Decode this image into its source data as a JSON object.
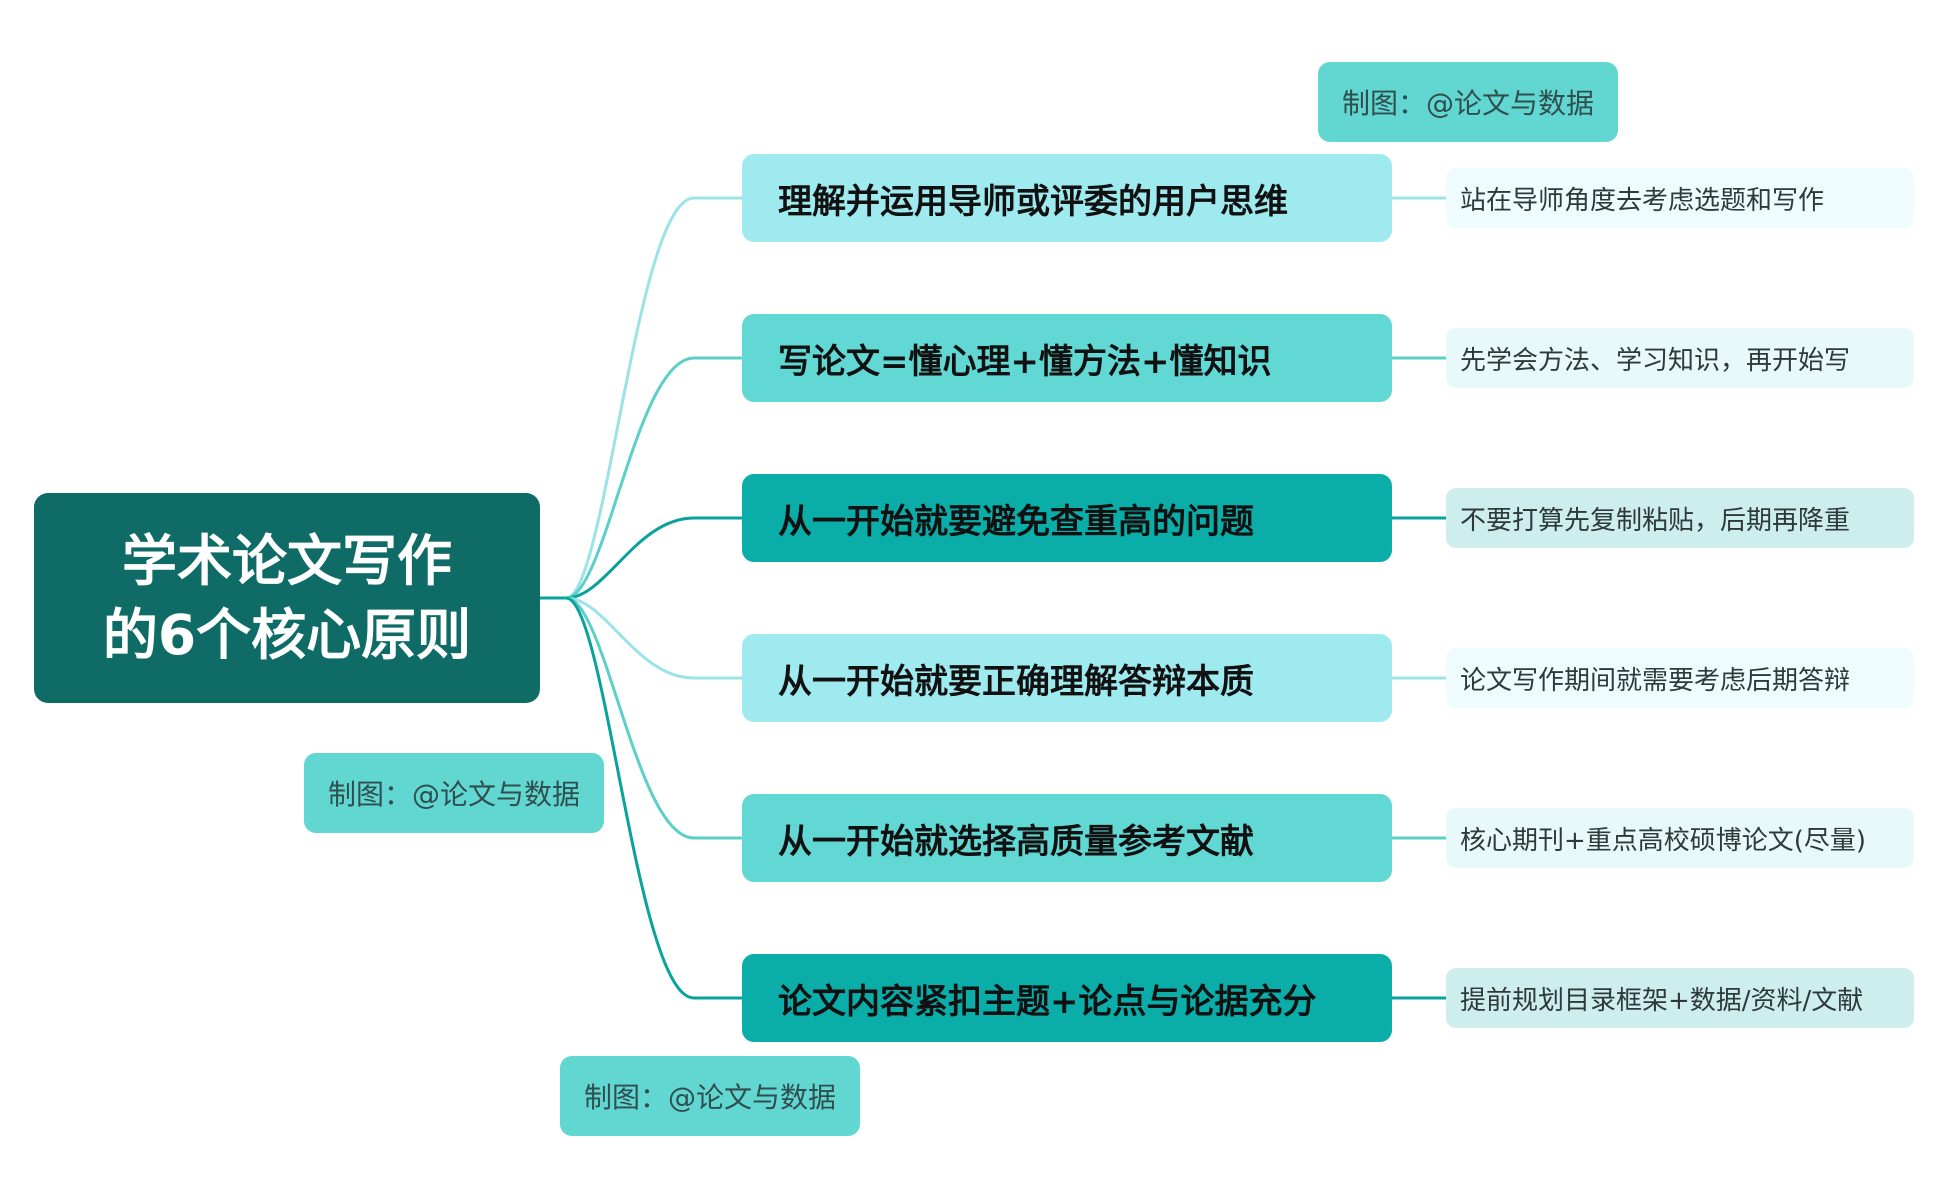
{
  "root": {
    "line1": "学术论文写作",
    "line2": "的6个核心原则"
  },
  "branches": [
    {
      "label": "理解并运用导师或评委的用户思维",
      "note": "站在导师角度去考虑选题和写作",
      "color": "#9feaef",
      "note_bg": "#eefcfd",
      "link": "#9be3e8"
    },
    {
      "label": "写论文=懂心理+懂方法+懂知识",
      "note": "先学会方法、学习知识，再开始写",
      "color": "#62d8d4",
      "note_bg": "#e7faf9",
      "link": "#5ccfc9"
    },
    {
      "label": "从一开始就要避免查重高的问题",
      "note": "不要打算先复制粘贴，后期再降重",
      "color": "#0aada8",
      "note_bg": "#cdeeed",
      "link": "#0aa29d"
    },
    {
      "label": "从一开始就要正确理解答辩本质",
      "note": "论文写作期间就需要考虑后期答辩",
      "color": "#9feaef",
      "note_bg": "#eefcfd",
      "link": "#9be3e8"
    },
    {
      "label": "从一开始就选择高质量参考文献",
      "note": "核心期刊+重点高校硕博论文(尽量)",
      "color": "#62d8d4",
      "note_bg": "#e7faf9",
      "link": "#5ccfc9"
    },
    {
      "label": "论文内容紧扣主题+论点与论据充分",
      "note": "提前规划目录框架+数据/资料/文献",
      "color": "#0aada8",
      "note_bg": "#cdeeed",
      "link": "#0aa29d"
    }
  ],
  "watermarks": [
    "制图：@论文与数据",
    "制图：@论文与数据",
    "制图：@论文与数据"
  ]
}
